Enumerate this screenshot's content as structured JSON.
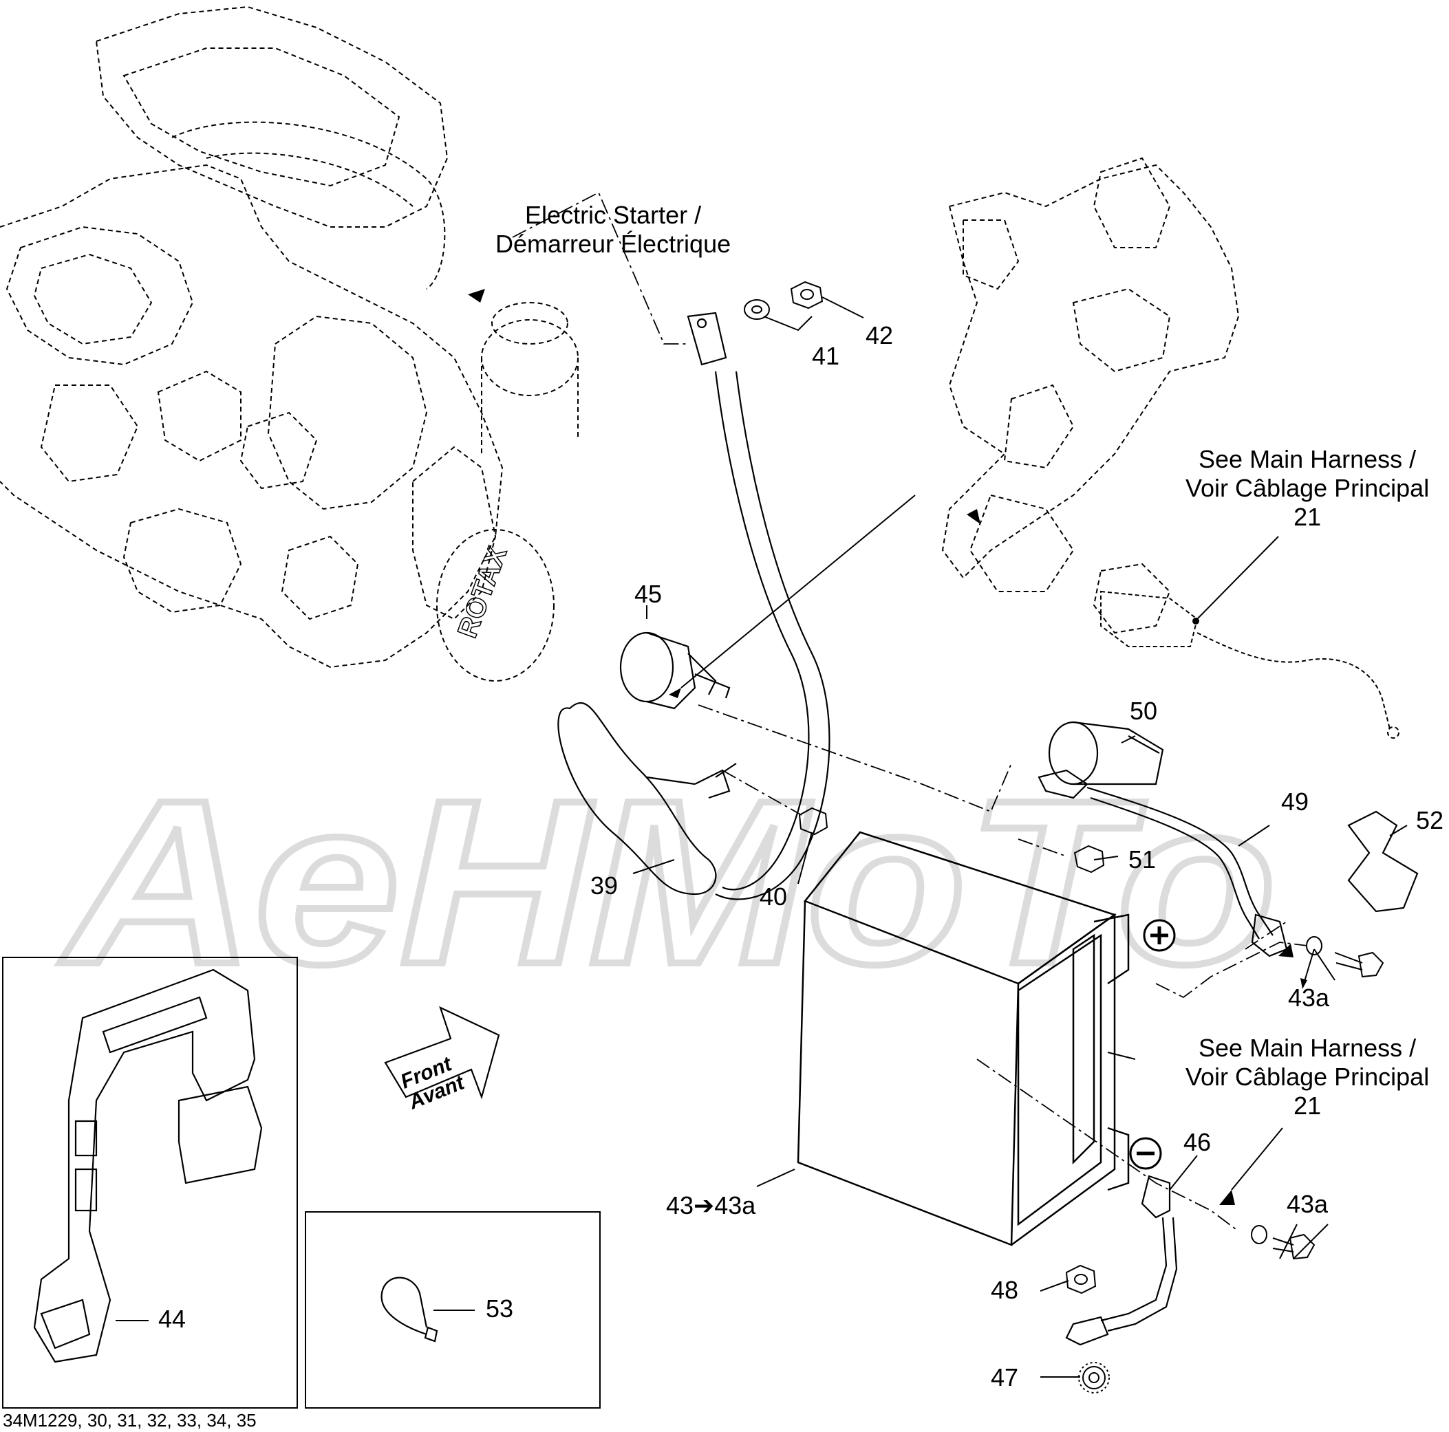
{
  "notes": {
    "starter_line1": "Electric Starter /",
    "starter_line2": "Démarreur Électrique",
    "harness_top_line1": "See Main Harness /",
    "harness_top_line2": "Voir Câblage Principal",
    "harness_top_ref": "21",
    "harness_bottom_line1": "See Main Harness /",
    "harness_bottom_line2": "Voir Câblage Principal",
    "harness_bottom_ref": "21"
  },
  "front_arrow": {
    "line1": "Front",
    "line2": "Avant"
  },
  "callouts": {
    "c39": "39",
    "c40": "40",
    "c41": "41",
    "c42": "42",
    "c43": "43➔43a",
    "c43a_top": "43a",
    "c43a_bottom": "43a",
    "c44": "44",
    "c45": "45",
    "c46": "46",
    "c47": "47",
    "c48": "48",
    "c49": "49",
    "c50": "50",
    "c51": "51",
    "c52": "52",
    "c53": "53"
  },
  "drawing_ref": "34M1229, 30, 31, 32, 33, 34, 35",
  "watermark_text": "AeHMoTo",
  "colors": {
    "line": "#000000",
    "watermark": "#e2e2e2"
  }
}
